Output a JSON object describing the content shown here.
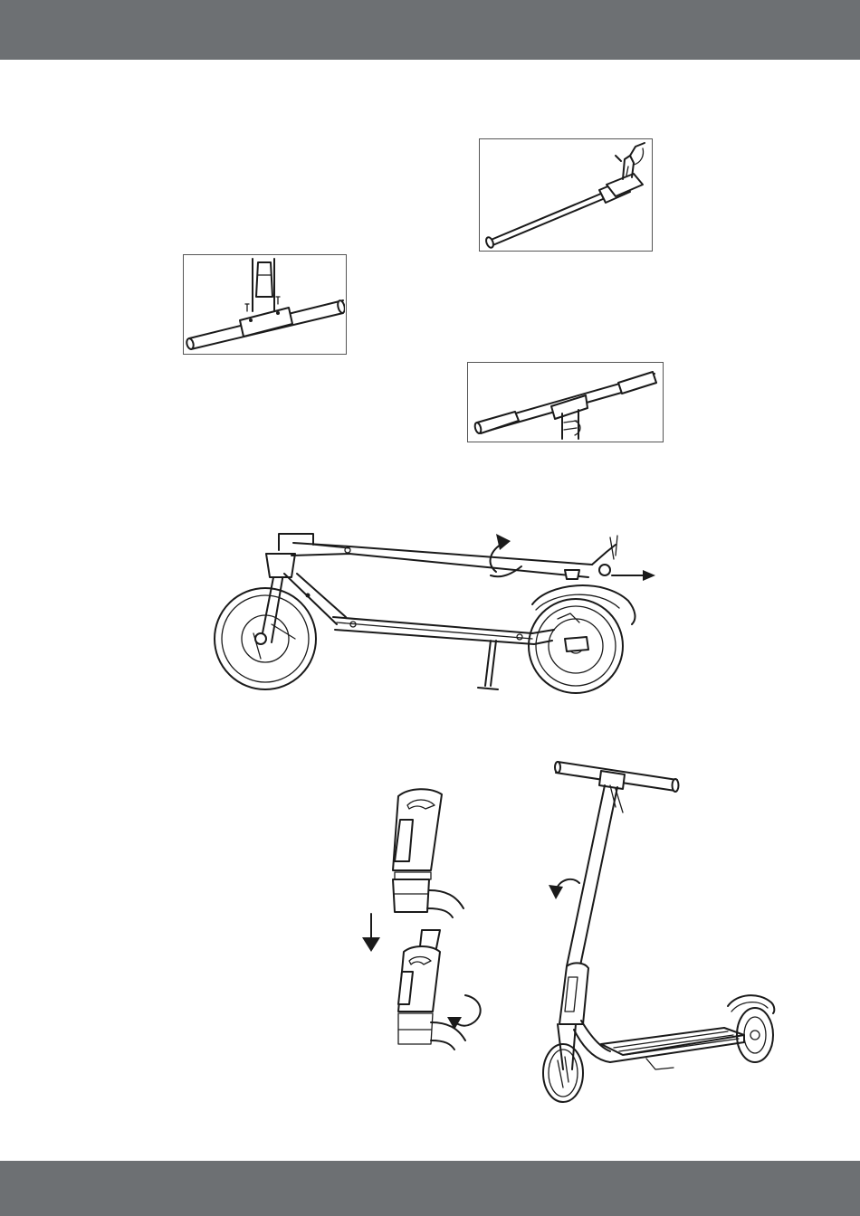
{
  "page": {
    "band_color": "#6d7073",
    "background": "#ffffff",
    "line_color": "#1a1a1a"
  },
  "figures": [
    {
      "id": "handlebar-insert",
      "icon": "handlebar-insert-illustration"
    },
    {
      "id": "stem-t-joint",
      "icon": "stem-t-joint-illustration"
    },
    {
      "id": "handlebar-assembled",
      "icon": "handlebar-assembled-illustration"
    },
    {
      "id": "folded-scooter",
      "icon": "folded-scooter-illustration"
    },
    {
      "id": "stem-lock-detail",
      "icon": "stem-lock-detail-illustration"
    },
    {
      "id": "unfolded-scooter",
      "icon": "unfolded-scooter-illustration"
    }
  ]
}
